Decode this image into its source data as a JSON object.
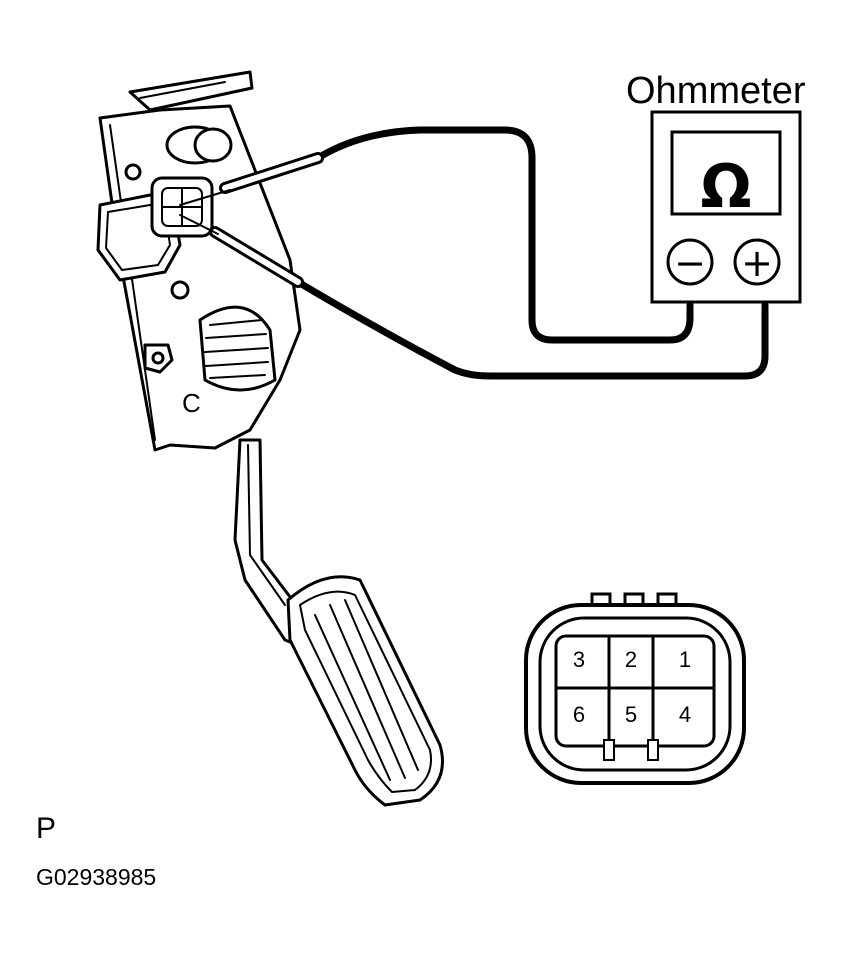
{
  "meter": {
    "title": "Ohmmeter",
    "symbol": "Ω",
    "neg": "−",
    "pos": "+"
  },
  "pedal": {
    "mark": "C"
  },
  "connector": {
    "pins": [
      "1",
      "2",
      "3",
      "4",
      "5",
      "6"
    ]
  },
  "footer": {
    "position": "P",
    "figure_id": "G02938985"
  }
}
